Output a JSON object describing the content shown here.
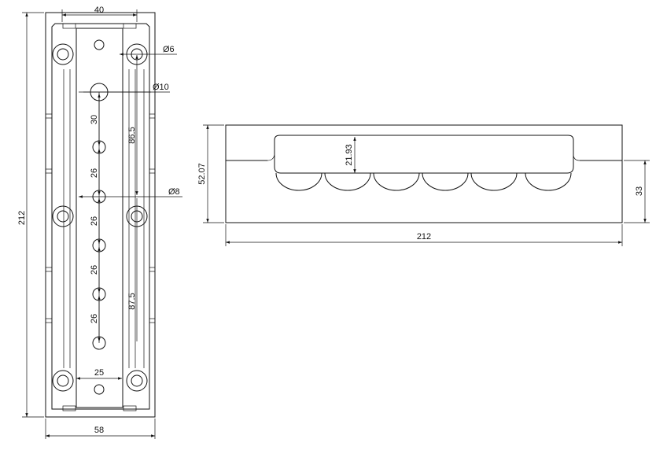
{
  "drawing": {
    "top_view": {
      "dims": {
        "width_inner": "40",
        "hole_small": "Ø6",
        "hole_large": "Ø10",
        "hole_mid": "Ø8",
        "pitch_first": "30",
        "pitch_2": "26",
        "pitch_3": "26",
        "pitch_4": "26",
        "pitch_5": "26",
        "upper_span": "86.5",
        "lower_span": "87.5",
        "bottom_inner": "25",
        "overall_width": "58",
        "overall_height": "212"
      }
    },
    "side_view": {
      "dims": {
        "overall_length": "212",
        "overall_height": "52.07",
        "pocket_depth": "21.93",
        "rail_height": "33"
      }
    }
  }
}
